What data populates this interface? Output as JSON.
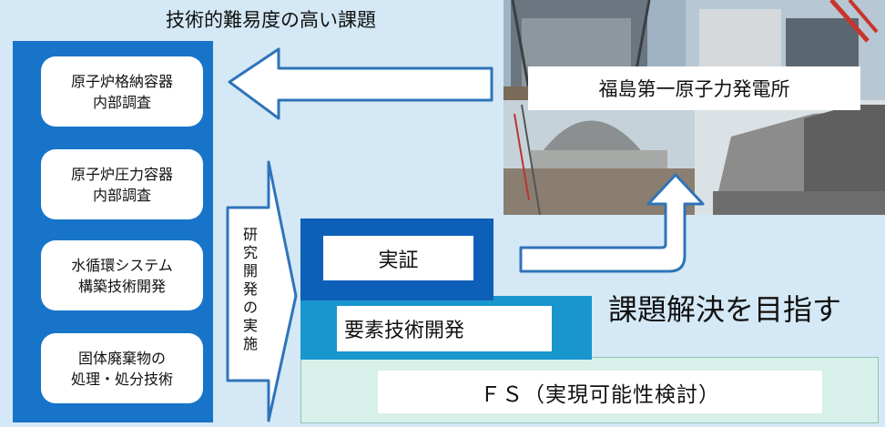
{
  "header": {
    "title": "技術的難易度の高い課題"
  },
  "challenges": [
    {
      "line1": "原子炉格納容器",
      "line2": "内部調査"
    },
    {
      "line1": "原子炉圧力容器",
      "line2": "内部調査"
    },
    {
      "line1": "水循環システム",
      "line2": "構築技術開発"
    },
    {
      "line1": "固体廃棄物の",
      "line2": "処理・処分技術"
    }
  ],
  "rd_label": [
    "研",
    "究",
    "開",
    "発",
    "の",
    "実",
    "施"
  ],
  "plant": {
    "label": "福島第一原子力発電所"
  },
  "stages": {
    "demo": "実証",
    "element": "要素技術開発",
    "fs": "ＦＳ（実現可能性検討）"
  },
  "goal": "課題解決を目指す",
  "colors": {
    "left_panel": "#1874c9",
    "demo_step": "#0e5fb8",
    "element_step": "#1a96cf",
    "fs_step": "#d8f0ea",
    "background": "#d4e8f5"
  }
}
